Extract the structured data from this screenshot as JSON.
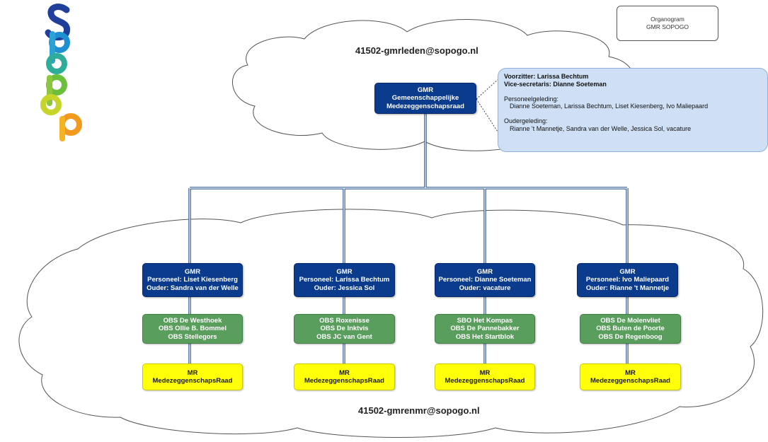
{
  "title_box": {
    "line1": "Organogram",
    "line2": "GMR SOPOGO"
  },
  "emails": {
    "top": "41502-gmrleden@sopogo.nl",
    "bottom": "41502-gmrenmr@sopogo.nl"
  },
  "top_node": {
    "line1": "GMR",
    "line2": "Gemeenschappelijke",
    "line3": "Medezeggenschapsraad"
  },
  "info": {
    "voorzitter": "Voorzitter:  Larissa Bechtum",
    "vice": "Vice-secretaris: Dianne Soeteman",
    "personeel_heading": "Personeelgeleding:",
    "personeel_members": "Dianne Soeteman, Larissa Bechtum, Liset Kiesenberg, Ivo Maliepaard",
    "ouder_heading": "Oudergeleding:",
    "ouder_members": "Rianne 't Mannetje, Sandra van der Welle, Jessica Sol, vacature"
  },
  "columns": [
    {
      "gmr": {
        "line1": "GMR",
        "line2": "Personeel: Liset Kiesenberg",
        "line3": "Ouder: Sandra van der Welle"
      },
      "schools": [
        "OBS De Westhoek",
        "OBS Ollie B. Bommel",
        "OBS Stellegors"
      ],
      "mr": {
        "line1": "MR",
        "line2": "MedezeggenschapsRaad"
      }
    },
    {
      "gmr": {
        "line1": "GMR",
        "line2": "Personeel: Larissa Bechtum",
        "line3": "Ouder: Jessica Sol"
      },
      "schools": [
        "OBS Roxenisse",
        "OBS De Inktvis",
        "OBS JC van Gent"
      ],
      "mr": {
        "line1": "MR",
        "line2": "MedezeggenschapsRaad"
      }
    },
    {
      "gmr": {
        "line1": "GMR",
        "line2": "Personeel: Dianne Soeteman",
        "line3": "Ouder: vacature"
      },
      "schools": [
        "SBO Het Kompas",
        "OBS De Pannebakker",
        "OBS Het Startblok"
      ],
      "mr": {
        "line1": "MR",
        "line2": "MedezeggenschapsRaad"
      }
    },
    {
      "gmr": {
        "line1": "GMR",
        "line2": "Personeel: Ivo Maliepaard",
        "line3": "Ouder: Rianne 't Mannetje"
      },
      "schools": [
        "OBS De Molenvliet",
        "OBS Buten de Poorte",
        "OBS De Regenboog"
      ],
      "mr": {
        "line1": "MR",
        "line2": "MedezeggenschapsRaad"
      }
    }
  ],
  "colors": {
    "gmr_blue": "#0b3b8c",
    "school_green": "#5a9e5e",
    "mr_yellow": "#ffff0a",
    "info_fill": "#cfe0f6",
    "connector": "#2e5a90"
  }
}
